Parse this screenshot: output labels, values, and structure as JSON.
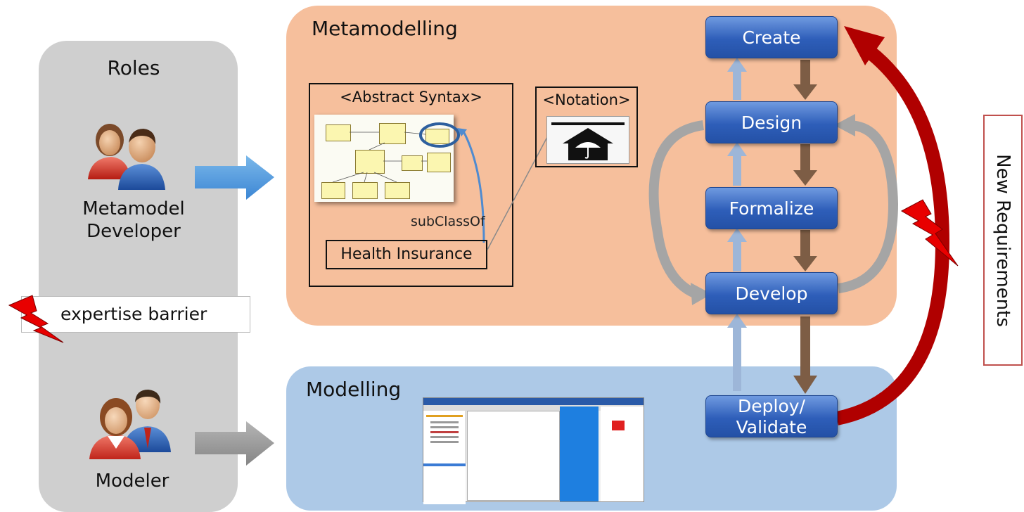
{
  "roles": {
    "title": "Roles",
    "metamodel_developer": "Metamodel\nDeveloper",
    "modeler": "Modeler",
    "expertise_barrier": "expertise barrier"
  },
  "metamodelling": {
    "title": "Metamodelling",
    "abstract_syntax": "<Abstract Syntax>",
    "notation": "<Notation>",
    "subclass_label": "subClassOf",
    "health_insurance": "Health Insurance"
  },
  "modelling": {
    "title": "Modelling"
  },
  "process_steps": [
    "Create",
    "Design",
    "Formalize",
    "Develop",
    "Deploy/\nValidate"
  ],
  "new_requirements": "New Requirements",
  "colors": {
    "metamodelling_bg": "#f6bf9c",
    "modelling_bg": "#adc9e7",
    "roles_bg": "#cfcfcf",
    "step_blue": "#2e5eb9",
    "feedback_red": "#b00000",
    "lightning_red": "#e00000"
  },
  "icons": [
    "people-icon",
    "lightning-icon",
    "umbrella-house-icon",
    "uml-diagram-thumbnail",
    "modelling-tool-screenshot"
  ]
}
